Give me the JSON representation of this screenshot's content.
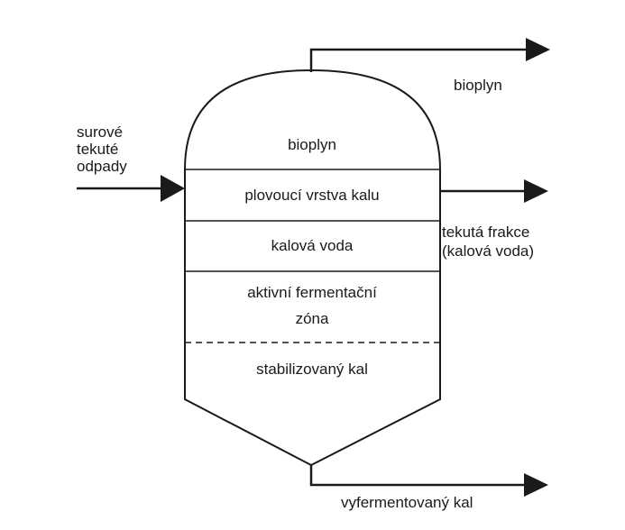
{
  "diagram": {
    "input_label_lines": [
      "surové",
      "tekuté",
      "odpady"
    ],
    "zones": {
      "gas": "bioplyn",
      "scum": "plovoucí vrstva kalu",
      "water": "kalová voda",
      "active_line1": "aktivní fermentační",
      "active_line2": "zóna",
      "stabilized": "stabilizovaný kal"
    },
    "outputs": {
      "biogas": "bioplyn",
      "liquid_line1": "tekutá frakce",
      "liquid_line2": "(kalová voda)",
      "sludge": "vyfermentovaný kal"
    },
    "colors": {
      "line": "#1a1a1a",
      "background": "#ffffff"
    }
  }
}
